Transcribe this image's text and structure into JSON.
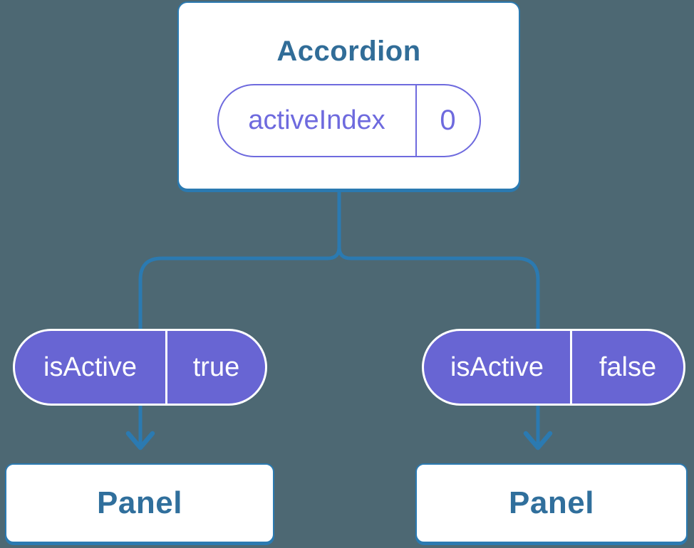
{
  "diagram": {
    "background_color": "#4d6873",
    "line_color": "#2b7ab1",
    "pill_fill_color": "#6865d3",
    "pill_outline_color": "#6e6ade",
    "label_color": "#316d98",
    "root": {
      "title": "Accordion",
      "state_pill": {
        "name": "activeIndex",
        "value": "0"
      }
    },
    "branches": [
      {
        "prop_pill": {
          "name": "isActive",
          "value": "true"
        },
        "child": {
          "title": "Panel"
        }
      },
      {
        "prop_pill": {
          "name": "isActive",
          "value": "false"
        },
        "child": {
          "title": "Panel"
        }
      }
    ]
  }
}
